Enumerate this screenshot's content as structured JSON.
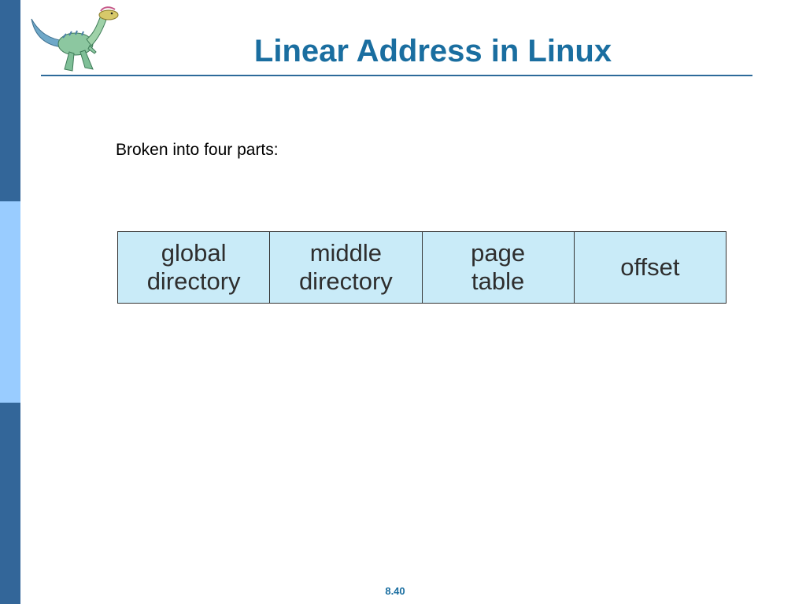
{
  "slide": {
    "title": "Linear Address in Linux",
    "subtitle": "Broken into four parts:",
    "page_number": "8.40"
  },
  "diagram": {
    "fields": [
      "global\ndirectory",
      "middle\ndirectory",
      "page\ntable",
      "offset"
    ]
  },
  "colors": {
    "title": "#1a6ea0",
    "rule": "#2d6a9a",
    "sidebar_dark": "#336699",
    "sidebar_light": "#99ccff",
    "cell_fill": "#c9ebf8",
    "page_number": "#1a6ea0"
  },
  "icons": {
    "logo": "dinosaur-icon"
  }
}
